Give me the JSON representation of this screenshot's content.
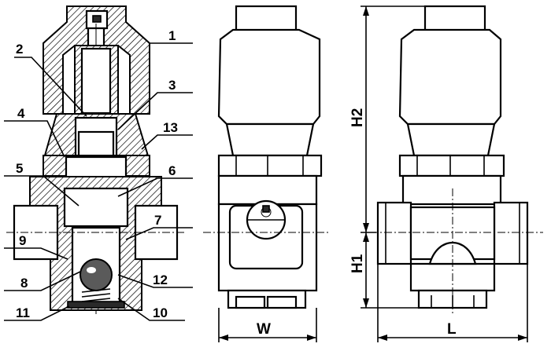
{
  "section_labels": [
    "1",
    "2",
    "3",
    "4",
    "13",
    "5",
    "6",
    "7",
    "9",
    "12",
    "8",
    "11",
    "10"
  ],
  "dimensions": {
    "h1": "H1",
    "h2": "H2",
    "w": "W",
    "l": "L"
  }
}
